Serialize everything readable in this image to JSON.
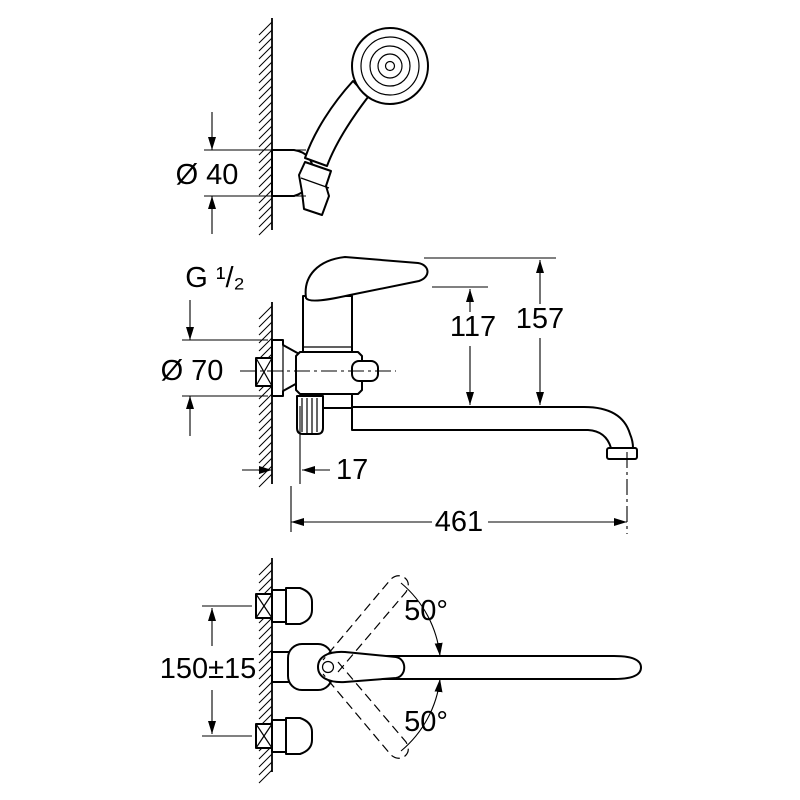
{
  "drawing": {
    "labels": {
      "shower_holder_diameter": "Ø 40",
      "thread_size": "G ¹/₂",
      "escutcheon_diameter": "Ø 70",
      "spout_to_body_height": "117",
      "spout_to_lever_height": "157",
      "wall_to_escutcheon": "17",
      "spout_reach": "461",
      "connection_centers": "150±15",
      "swivel_angle_up": "50°",
      "swivel_angle_down": "50°"
    }
  }
}
